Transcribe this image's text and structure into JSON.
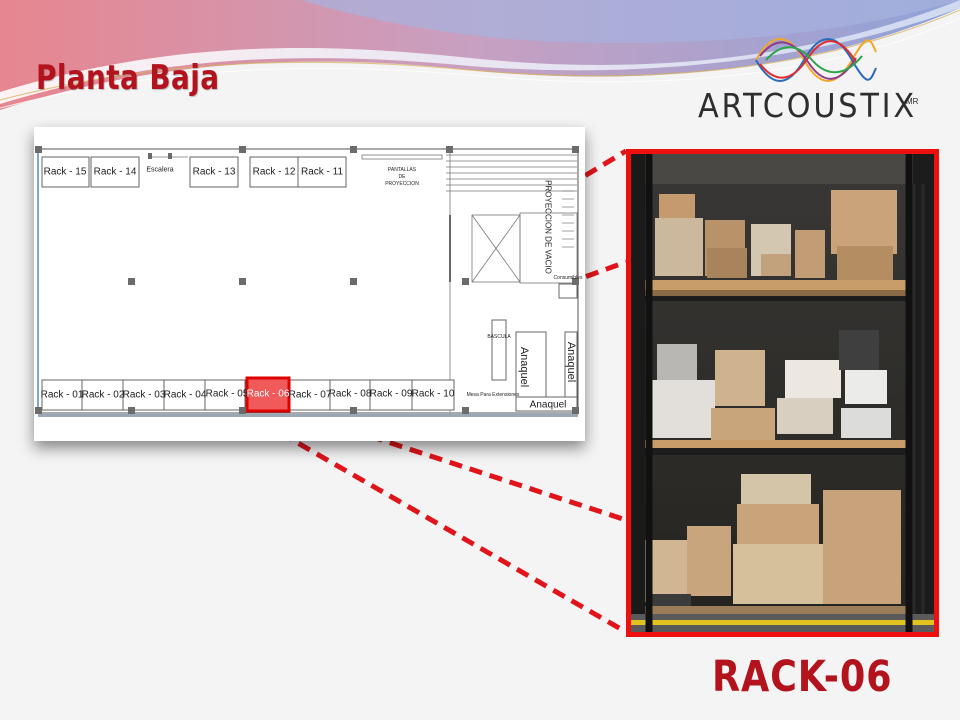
{
  "slide": {
    "title": "Planta Baja",
    "caption": "RACK-06"
  },
  "brand": {
    "name": "ARTCOUSTIX",
    "mark": "MR"
  },
  "floorplan": {
    "racks_top": [
      "Rack - 15",
      "Rack - 14",
      "Rack - 13",
      "Rack - 12",
      "Rack - 11"
    ],
    "racks_bottom": [
      "Rack - 01",
      "Rack - 02",
      "Rack - 03",
      "Rack - 04",
      "Rack - 05",
      "Rack - 06",
      "Rack - 07",
      "Rack - 08",
      "Rack - 09",
      "Rack - 10"
    ],
    "highlighted_rack": "Rack - 06",
    "labels": {
      "escalera": "Escalera",
      "pantallas": "PANTALLAS",
      "de": "DE",
      "proyeccion": "PROYECCION",
      "proyeccion_vacio": "PROYECCION DE VACIO",
      "consumibles": "Consumibles",
      "bascula": "BASCULA",
      "anaquel_left": "Anaquel",
      "anaquel_right": "Anaquel",
      "anaquel_bottom": "Anaquel",
      "mesa": "Mesa Para Extensiones"
    }
  },
  "colors": {
    "accent_red": "#b3131c",
    "highlight_red": "#ee0f0f",
    "callout_red": "#e0141a"
  }
}
